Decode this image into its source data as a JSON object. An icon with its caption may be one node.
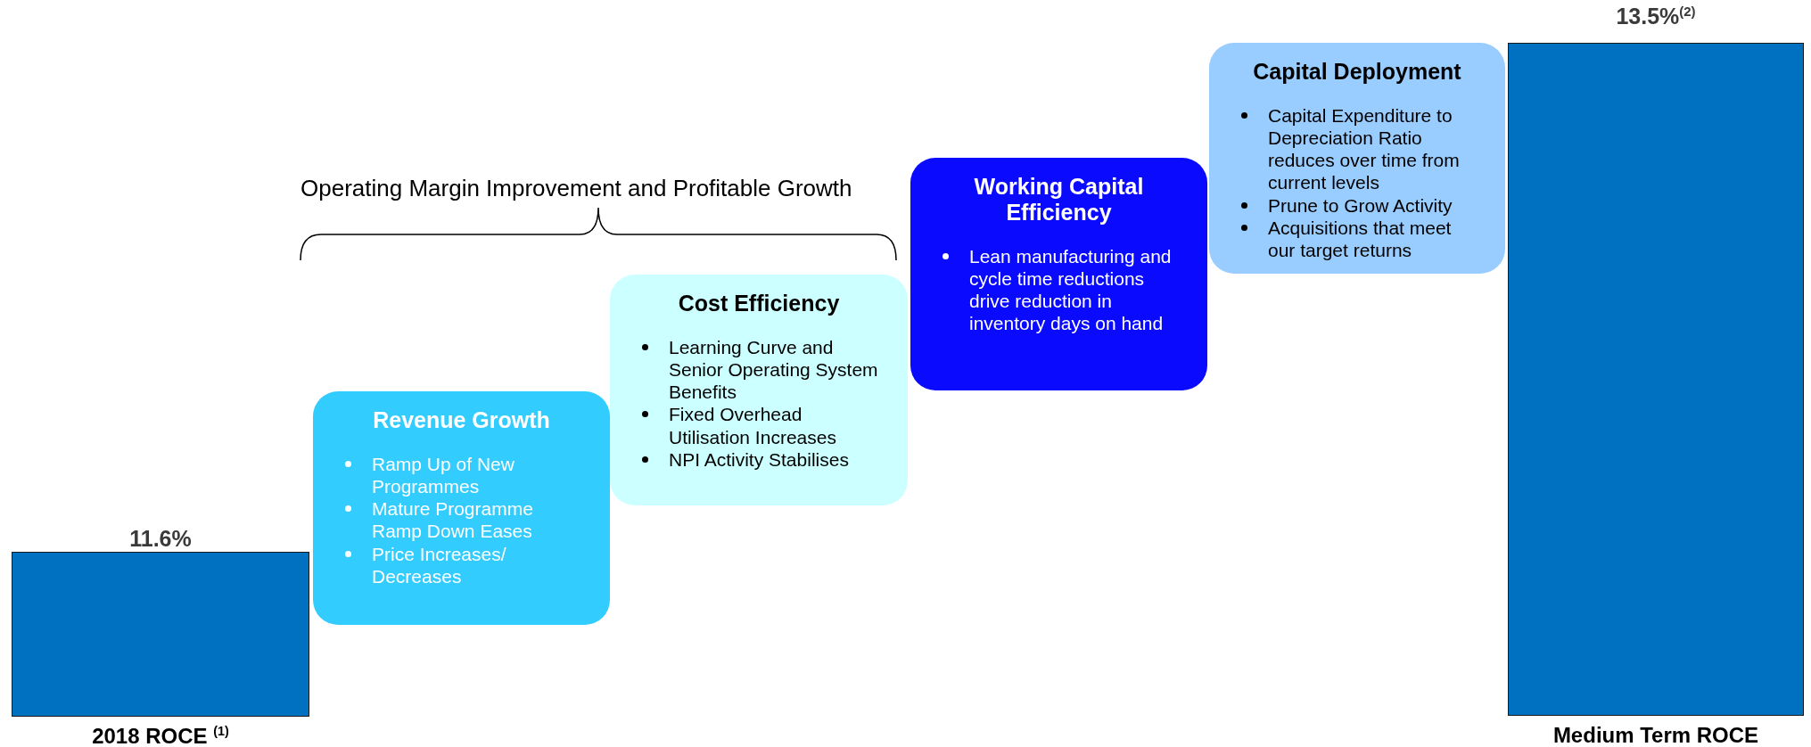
{
  "diagram": {
    "nodes": [
      {
        "text": [
          "11.6%",
          "2018 ROCE $^{(1)}$"
        ]
      },
      {
        "text": [
          "Revenue Growth",
          "Ramp Up of New Programmes",
          "Mature Programme Ramp Down Eases",
          "Price Increases/ Decreases"
        ]
      },
      {
        "text": [
          "Cost Efficiency",
          "Learning Curve and Senior Operating System Benefits",
          "Fixed Overhead Utilisation Increases",
          "NPI Activity Stabilises"
        ]
      },
      {
        "text": [
          "Working Capital Efficiency",
          "Lean manufacturing and cycle time reductions drive reduction in inventory days on hand"
        ]
      },
      {
        "text": [
          "Capital Deployment",
          "Capital Expenditure to Depreciation Ratio reduces over time from current levels",
          "Prune to Grow Activity",
          "Acquisitions that meet our target returns"
        ]
      },
      {
        "text": [
          "13.5%$^{(2)}$",
          "Medium Term ROCE"
        ]
      }
    ],
    "edges": [],
    "labels": [
      "Operating Margin Improvement and Profitable Growth"
    ]
  }
}
